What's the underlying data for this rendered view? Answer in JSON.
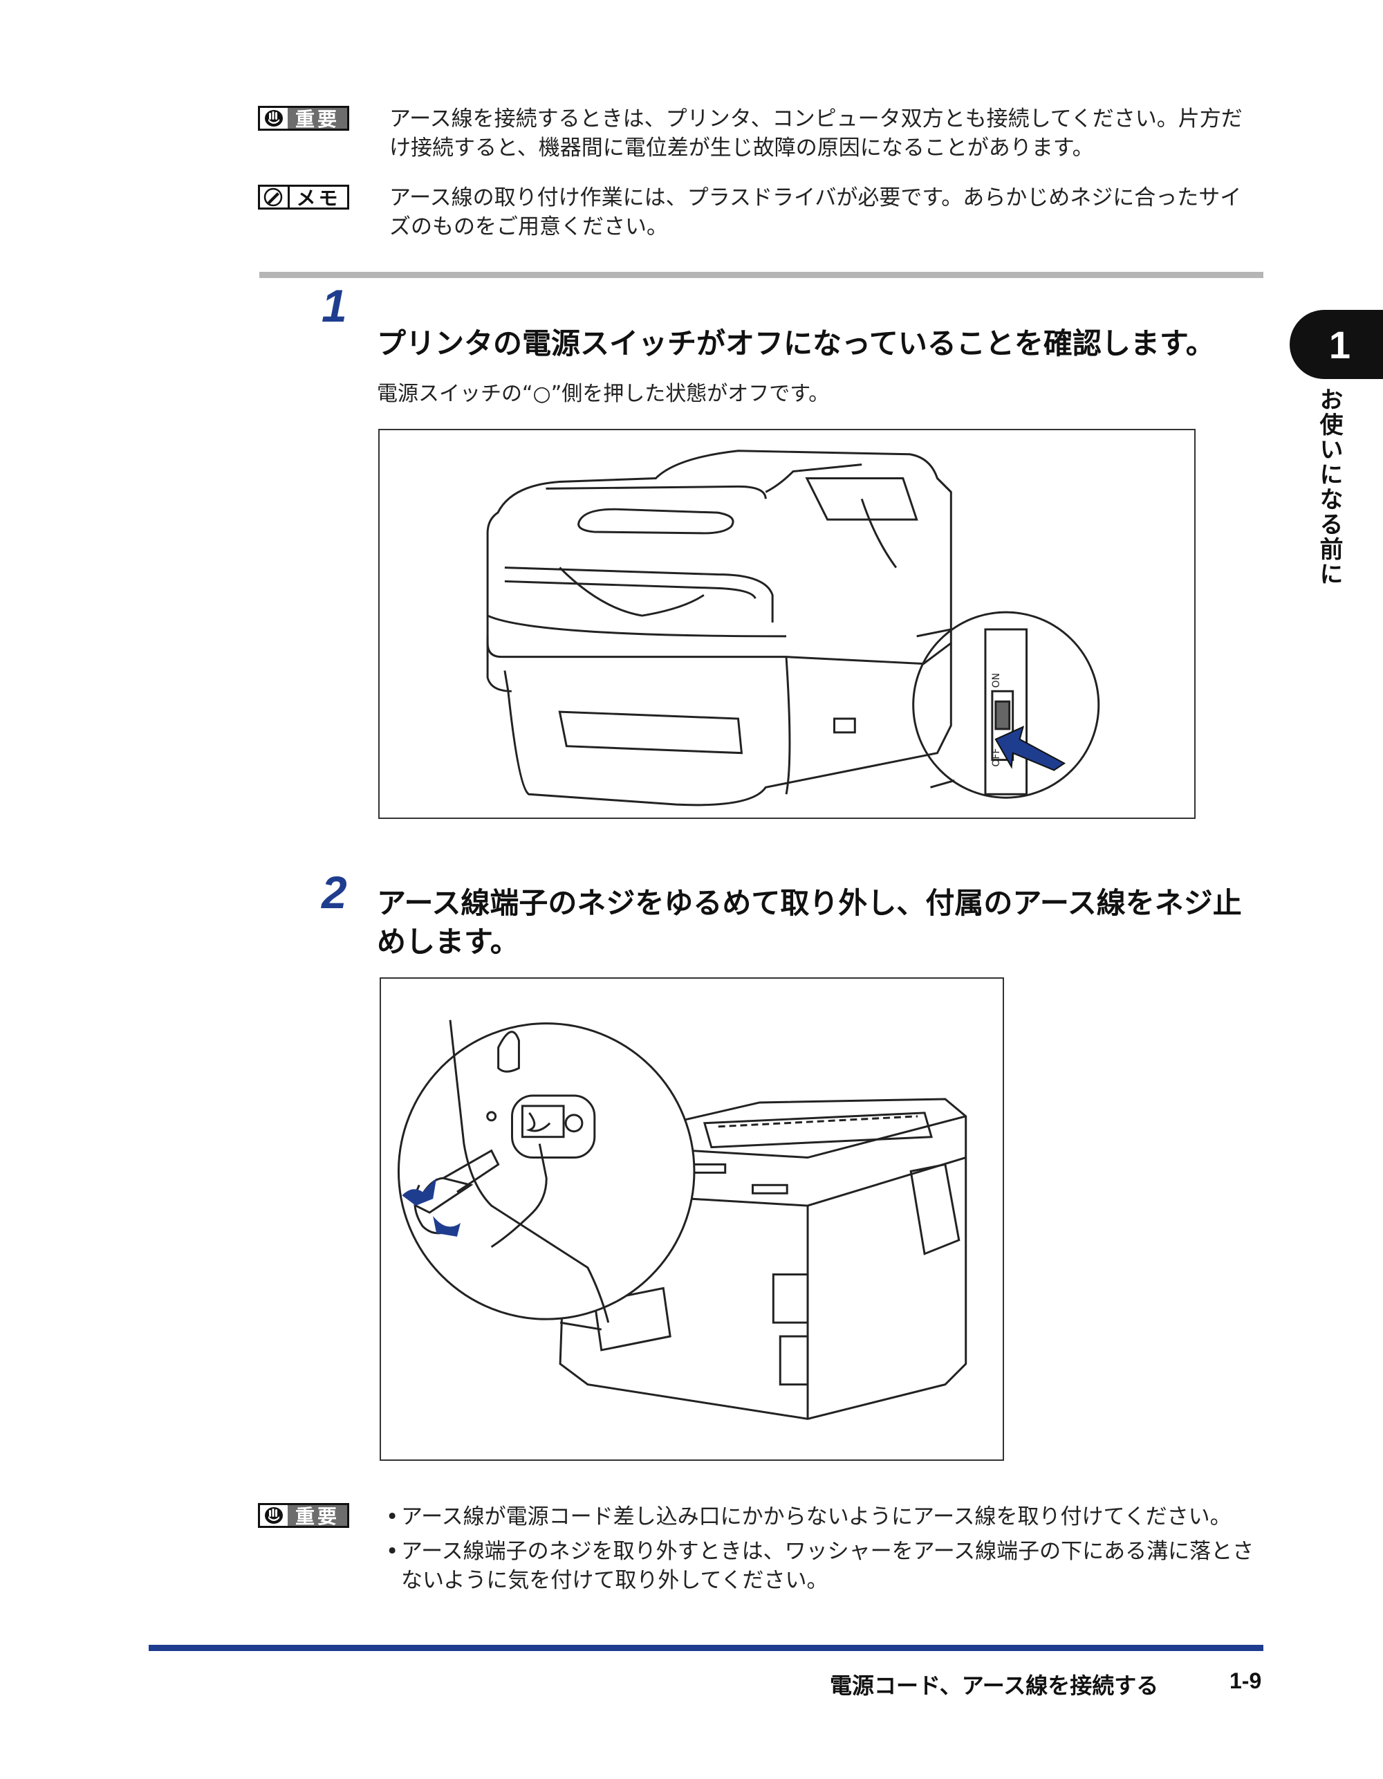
{
  "notes_top": [
    {
      "badge": "重要",
      "icon": "hand-icon",
      "text": "アース線を接続するときは、プリンタ、コンピュータ双方とも接続してください。片方だけ接続すると、機器間に電位差が生じ故障の原因になることがあります。"
    },
    {
      "badge": "メモ",
      "icon": "pencil-icon",
      "text": "アース線の取り付け作業には、プラスドライバが必要です。あらかじめネジに合ったサイズのものをご用意ください。"
    }
  ],
  "steps": [
    {
      "number": "1",
      "title": "プリンタの電源スイッチがオフになっていることを確認します。",
      "desc": "電源スイッチの“○”側を押した状態がオフです。"
    },
    {
      "number": "2",
      "title": "アース線端子のネジをゆるめて取り外し、付属のアース線をネジ止めします。",
      "desc": ""
    }
  ],
  "figure1": {
    "switch_on_label": "ON",
    "switch_off_label": "OFF"
  },
  "notes_bottom": {
    "badge": "重要",
    "icon": "hand-icon",
    "items": [
      "アース線が電源コード差し込み口にかからないようにアース線を取り付けてください。",
      "アース線端子のネジを取り外すときは、ワッシャーをアース線端子の下にある溝に落とさないように気を付けて取り外してください。"
    ]
  },
  "side_tab": {
    "chapter": "1",
    "title": "お使いになる前に"
  },
  "footer": {
    "section_title": "電源コード、アース線を接続する",
    "page": "1-9"
  },
  "colors": {
    "accent": "#1f3d8f",
    "separator": "#b5b5b5"
  }
}
